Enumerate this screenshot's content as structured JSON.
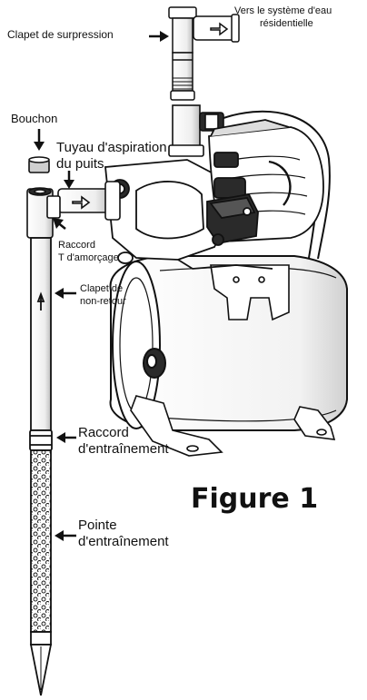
{
  "labels": {
    "vers_systeme_1": "Vers le système d'eau",
    "vers_systeme_2": "résidentielle",
    "clapet_surpression": "Clapet de surpression",
    "bouchon": "Bouchon",
    "tuyau_1": "Tuyau d'aspiration",
    "tuyau_2": "du puits",
    "raccord_t_1": "Raccord",
    "raccord_t_2": "T d'amorçage",
    "clapet_nr_1": "Clapet de",
    "clapet_nr_2": "non-retour",
    "raccord_ent_1": "Raccord",
    "raccord_ent_2": "d'entraînement",
    "pointe_1": "Pointe",
    "pointe_2": "d'entraînement"
  },
  "figure_title": "Figure 1",
  "colors": {
    "ink": "#111111",
    "paper": "#ffffff",
    "shade": "#d9d9d9",
    "dark": "#2a2a2a"
  }
}
